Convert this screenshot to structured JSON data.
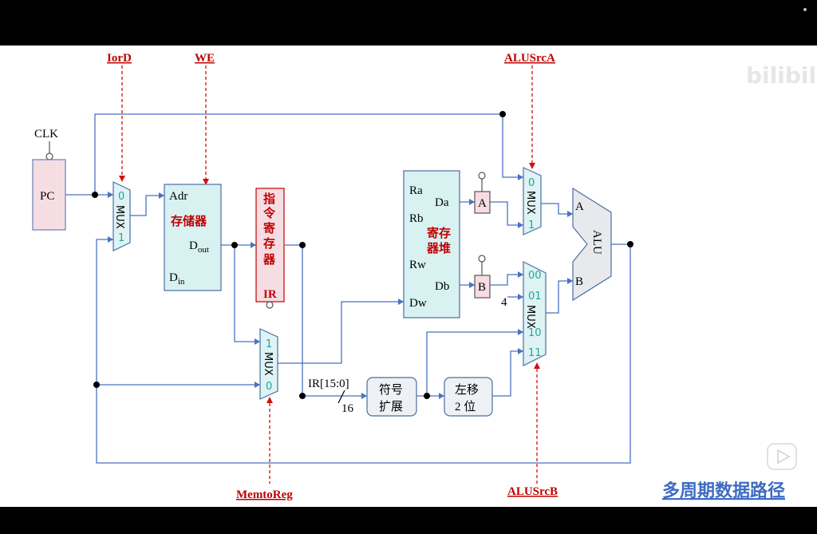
{
  "title": "多周期数据路径",
  "watermark": "bilibili",
  "signals": {
    "iord": "IorD",
    "we": "WE",
    "alusrca": "ALUSrcA",
    "memtoreg": "MemtoReg",
    "alusrcb": "ALUSrcB",
    "clk": "CLK"
  },
  "components": {
    "pc": "PC",
    "mux": "MUX",
    "memory": {
      "title": "存储器",
      "adr": "Adr",
      "dout_main": "D",
      "dout_sub": "out",
      "din_main": "D",
      "din_sub": "in"
    },
    "ir": {
      "chars": [
        "指",
        "令",
        "寄",
        "存",
        "器"
      ],
      "label": "IR"
    },
    "regfile": {
      "title_line1": "寄存",
      "title_line2": "器堆",
      "ra": "Ra",
      "rb": "Rb",
      "rw": "Rw",
      "dw": "Dw",
      "da": "Da",
      "db": "Db"
    },
    "reg_a": "A",
    "reg_b": "B",
    "alu": "ALU",
    "alu_a": "A",
    "alu_b": "B",
    "sign_ext": {
      "line1": "符号",
      "line2": "扩展"
    },
    "shift": {
      "line1": "左移",
      "line2": "2 位"
    },
    "ir_field": "IR[15:0]",
    "bus_width": "16",
    "const4": "4"
  },
  "mux_inputs": {
    "mux1": [
      "0",
      "1"
    ],
    "mux2": [
      "1",
      "0"
    ],
    "mux3": [
      "0",
      "1"
    ],
    "mux4": [
      "00",
      "01",
      "10",
      "11"
    ]
  }
}
